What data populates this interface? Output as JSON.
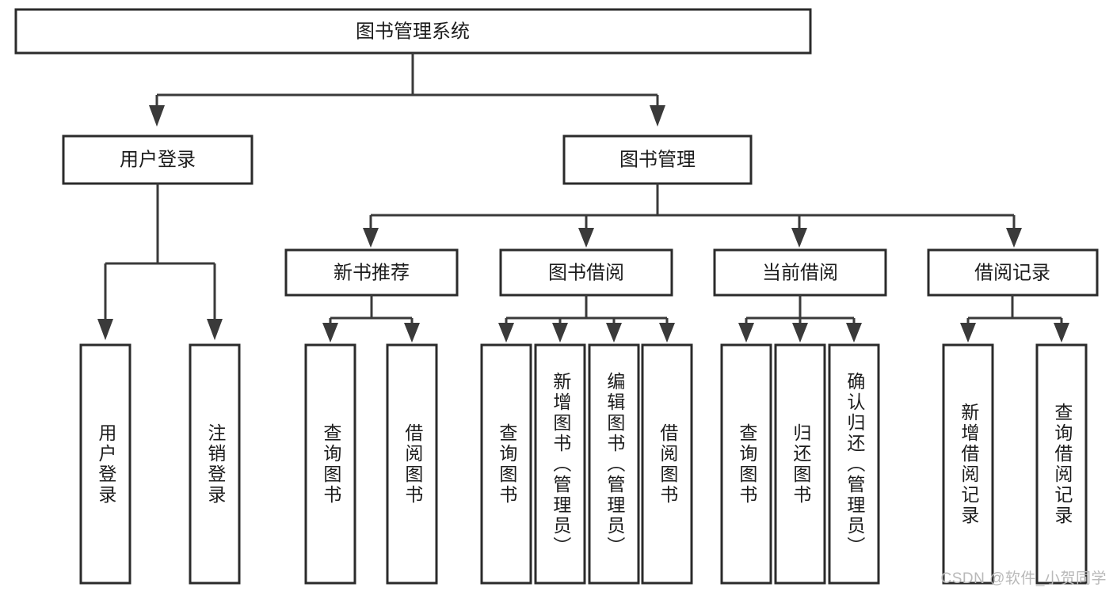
{
  "diagram": {
    "type": "tree-hierarchy",
    "title": "图书管理系统",
    "watermark": "CSDN @软件_小贺同学",
    "colors": {
      "background": "#ffffff",
      "node_fill": "#ffffff",
      "node_stroke": "#2b2b2b",
      "edge": "#3a3a3a",
      "text": "#1c1c1c",
      "watermark": "#b9b9b9"
    },
    "levels": {
      "root": {
        "label": "图书管理系统"
      },
      "level2": [
        {
          "id": "user-login",
          "label": "用户登录"
        },
        {
          "id": "book-manage",
          "label": "图书管理"
        }
      ],
      "level3": [
        {
          "id": "new-book-rec",
          "label": "新书推荐",
          "parent": "book-manage"
        },
        {
          "id": "book-borrow",
          "label": "图书借阅",
          "parent": "book-manage"
        },
        {
          "id": "current-borrow",
          "label": "当前借阅",
          "parent": "book-manage"
        },
        {
          "id": "borrow-record",
          "label": "借阅记录",
          "parent": "book-manage"
        }
      ],
      "leaves": [
        {
          "id": "leaf-user-login",
          "label": "用户登录",
          "parent": "user-login"
        },
        {
          "id": "leaf-user-logout",
          "label": "注销登录",
          "parent": "user-login"
        },
        {
          "id": "leaf-query-book-1",
          "label": "查询图书",
          "parent": "new-book-rec"
        },
        {
          "id": "leaf-borrow-book-1",
          "label": "借阅图书",
          "parent": "new-book-rec"
        },
        {
          "id": "leaf-query-book-2",
          "label": "查询图书",
          "parent": "book-borrow"
        },
        {
          "id": "leaf-add-book",
          "label": "新增图书（管理员）",
          "parent": "book-borrow"
        },
        {
          "id": "leaf-edit-book",
          "label": "编辑图书（管理员）",
          "parent": "book-borrow"
        },
        {
          "id": "leaf-borrow-book-2",
          "label": "借阅图书",
          "parent": "book-borrow"
        },
        {
          "id": "leaf-query-book-3",
          "label": "查询图书",
          "parent": "current-borrow"
        },
        {
          "id": "leaf-return-book",
          "label": "归还图书",
          "parent": "current-borrow"
        },
        {
          "id": "leaf-confirm-return",
          "label": "确认归还（管理员）",
          "parent": "current-borrow"
        },
        {
          "id": "leaf-add-record",
          "label": "新增借阅记录",
          "parent": "borrow-record"
        },
        {
          "id": "leaf-query-record",
          "label": "查询借阅记录",
          "parent": "borrow-record"
        }
      ]
    }
  }
}
